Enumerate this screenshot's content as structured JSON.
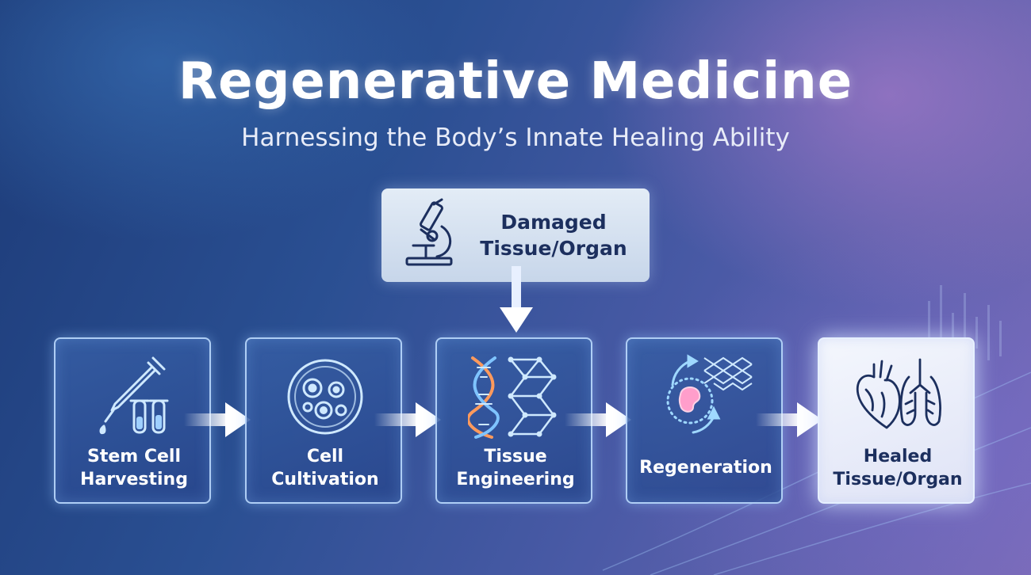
{
  "header": {
    "title": "Regenerative Medicine",
    "subtitle": "Harnessing the Body’s Innate Healing Ability"
  },
  "input_node": {
    "label_line1": "Damaged",
    "label_line2": "Tissue/Organ",
    "icon": "microscope-icon"
  },
  "steps": [
    {
      "line1": "Stem Cell",
      "line2": "Harvesting",
      "icon": "dropper-test-tubes-icon"
    },
    {
      "line1": "Cell",
      "line2": "Cultivation",
      "icon": "petri-dish-icon"
    },
    {
      "line1": "Tissue",
      "line2": "Engineering",
      "icon": "dna-scaffold-icon"
    },
    {
      "line1": "Regeneration",
      "line2": "",
      "icon": "cell-regeneration-icon"
    },
    {
      "line1": "Healed",
      "line2": "Tissue/Organ",
      "icon": "heart-lungs-icon"
    }
  ],
  "colors": {
    "icon_stroke": "#bfe4ff",
    "icon_dark": "#1c2f5e",
    "final_box": "#eef2fb"
  }
}
